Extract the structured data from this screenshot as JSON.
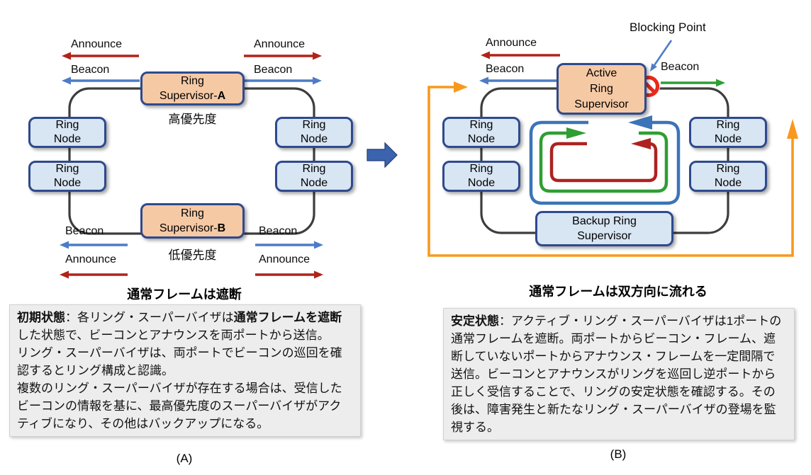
{
  "shared": {
    "ring_node": {
      "line1": "Ring",
      "line2": "Node"
    },
    "labels": {
      "announce": "Announce",
      "beacon": "Beacon"
    }
  },
  "diagram_a": {
    "supervisor_a": {
      "line1": "Ring",
      "line2_prefix": "Supervisor-",
      "line2_suffix": "A"
    },
    "supervisor_a_priority": "高優先度",
    "supervisor_b": {
      "line1": "Ring",
      "line2_prefix": "Supervisor-",
      "line2_suffix": "B"
    },
    "supervisor_b_priority": "低優先度",
    "title": "通常フレームは遮断",
    "description": {
      "bold1": "初期状態",
      "text1": "：各リング・スーパーバイザは",
      "bold2": "通常フレームを遮断",
      "text2": "した状態で、ビーコンとアナウンスを両ポートから送信。",
      "para2": "リング・スーパーバイザは、両ポートでビーコンの巡回を確認するとリング構成と認識。",
      "para3": "複数のリング・スーパーバイザが存在する場合は、受信したビーコンの情報を基に、最高優先度のスーパーバイザがアクティブになり、その他はバックアップになる。"
    },
    "caption": "(A)"
  },
  "diagram_b": {
    "blocking_point_label": "Blocking Point",
    "active_supervisor": {
      "line1": "Active",
      "line2": "Ring",
      "line3": "Supervisor"
    },
    "backup_supervisor": {
      "line1": "Backup Ring",
      "line2": "Supervisor"
    },
    "title": "通常フレームは双方向に流れる",
    "description": {
      "bold1": "安定状態",
      "text1": "：アクティブ・リング・スーパーバイザは1ポートの通常フレームを遮断。両ポートからビーコン・フレーム、遮断していないポートからアナウンス・フレームを一定間隔で送信。ビーコンとアナウンスがリングを巡回し逆ポートから正しく受信することで、リングの安定状態を確認する。その後は、障害発生と新たなリング・スーパーバイザの登場を監視する。"
    },
    "caption": "(B)"
  },
  "colors": {
    "announce_red": "#b02418",
    "beacon_blue": "#4d7cc7",
    "beacon_green": "#2f9e33",
    "loop_blue": "#3b74b8",
    "loop_red": "#ae2222",
    "orange_flow": "#f8991d",
    "box_border_navy": "#2e4a8e",
    "supervisor_fill": "#f6c9a5",
    "node_fill": "#d8e5f3",
    "ring_outline": "#3d3d3d",
    "transition_arrow_blue": "#3b63ae",
    "description_bg": "#ededed",
    "prohibition_red": "#e8291c"
  }
}
